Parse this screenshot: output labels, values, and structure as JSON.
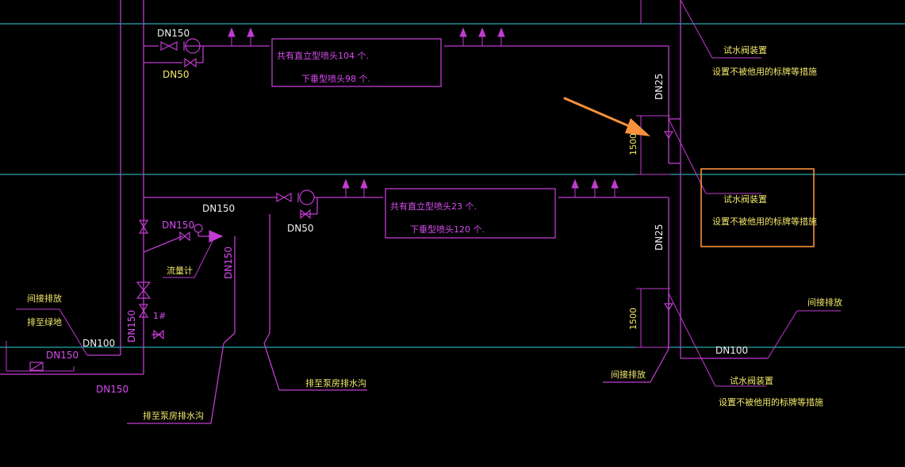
{
  "colors": {
    "background": "#000000",
    "pipe": "#c03ccf",
    "pipe_text": "#d84cf0",
    "size_text": "#f2e86a",
    "grid_line": "#2fd0d8",
    "highlight": "#f7913d"
  },
  "upper": {
    "main_dn": "DN150",
    "branch_dn": "DN50",
    "box_line1": "共有直立型喷头104 个.",
    "box_line2": "下垂型喷头98 个.",
    "riser_dn": "DN25",
    "spacing": "1500"
  },
  "lower": {
    "main_dn": "DN150",
    "branch_dn": "DN50",
    "box_line1": "共有直立型喷头23 个.",
    "box_line2": "下垂型喷头120 个.",
    "riser_dn": "DN25",
    "spacing": "1500"
  },
  "right_notes": {
    "test_valve": "试水阀装置",
    "anti_use": "设置不被他用的标牌等措施",
    "test_valve_2": "试水阀装置",
    "anti_use_2": "设置不被他用的标牌等措施",
    "test_valve_3": "试水阀装置",
    "anti_use_3": "设置不被他用的标牌等措施",
    "indirect_drain": "间接排放",
    "indirect_drain_2": "间接排放",
    "dn100": "DN100"
  },
  "left_notes": {
    "flow_dn": "DN150",
    "flowmeter": "流量计",
    "vertical_dn150": "DN150",
    "pump_no": "1#",
    "riser_dn150": "DN150",
    "indirect": "间接排放",
    "to_drain": "排至绿地",
    "dn100": "DN100",
    "dn150_small": "DN150",
    "dn150_bottom": "DN150",
    "pump_drain_1": "排至泵房排水沟",
    "pump_drain_2": "排至泵房排水沟"
  }
}
